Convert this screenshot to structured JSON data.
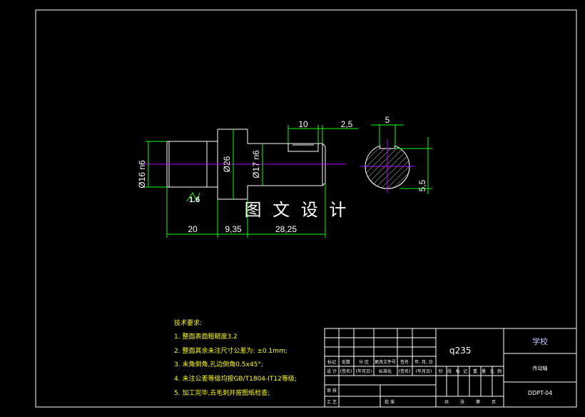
{
  "drawing": {
    "watermark": "图 文 设 计",
    "dimensions": {
      "d16": "Ø16 n6",
      "d26": "Ø26",
      "d17": "Ø17 n6",
      "len20": "20",
      "len935": "9,35",
      "len2825": "28,25",
      "key10": "10",
      "chamfer25": "2,5",
      "key5": "5",
      "depth55": "5,5",
      "roughness": "1.6"
    }
  },
  "tech_notes": {
    "title": "技术要求:",
    "items": [
      "1. 整面表面粗糙度3.2",
      "2. 整面其余未注尺寸公差为: ±0.1mm;",
      "3. 未角倒角,孔边倒角0.5x45°;",
      "4. 未注公差等级均按GB/T1804-IT12等级;",
      "5. 加工完毕,去毛刺并按图纸检查;"
    ]
  },
  "title_block": {
    "material": "q235",
    "school": "学校",
    "part_name": "传动轴",
    "drawing_no": "DDPT-04",
    "row1": [
      "标记",
      "处数",
      "分 区",
      "更改文件号",
      "签名",
      "年, 月, 日"
    ],
    "row2": [
      "设 计",
      "(签名)",
      "(年月日)",
      "标准化",
      "(签名)",
      "(年月日)"
    ],
    "stage_row": [
      "阶",
      "段",
      "标",
      "记",
      "重",
      "量",
      "比",
      "例"
    ],
    "approve": [
      "审 核",
      "工 艺",
      "批 准"
    ],
    "sheet_row": [
      "共",
      "张",
      "第",
      "页"
    ]
  }
}
